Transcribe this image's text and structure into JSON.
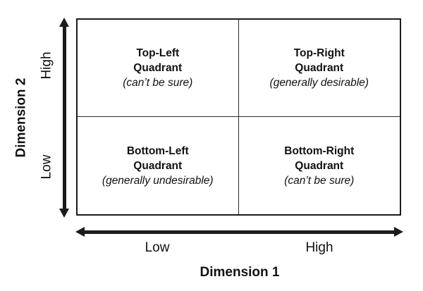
{
  "diagram": {
    "axes": {
      "y": {
        "title": "Dimension 2",
        "high_label": "High",
        "low_label": "Low"
      },
      "x": {
        "title": "Dimension 1",
        "low_label": "Low",
        "high_label": "High"
      }
    },
    "quadrants": [
      {
        "title_line1": "Top-Left",
        "title_line2": "Quadrant",
        "note": "(can’t be sure)"
      },
      {
        "title_line1": "Top-Right",
        "title_line2": "Quadrant",
        "note": "(generally desirable)"
      },
      {
        "title_line1": "Bottom-Left",
        "title_line2": "Quadrant",
        "note": "(generally undesirable)"
      },
      {
        "title_line1": "Bottom-Right",
        "title_line2": "Quadrant",
        "note": "(can’t be sure)"
      }
    ],
    "colors": {
      "line": "#1b1b1b",
      "inner_line": "#2b2b2b",
      "text": "#111111",
      "background": "#ffffff"
    }
  }
}
